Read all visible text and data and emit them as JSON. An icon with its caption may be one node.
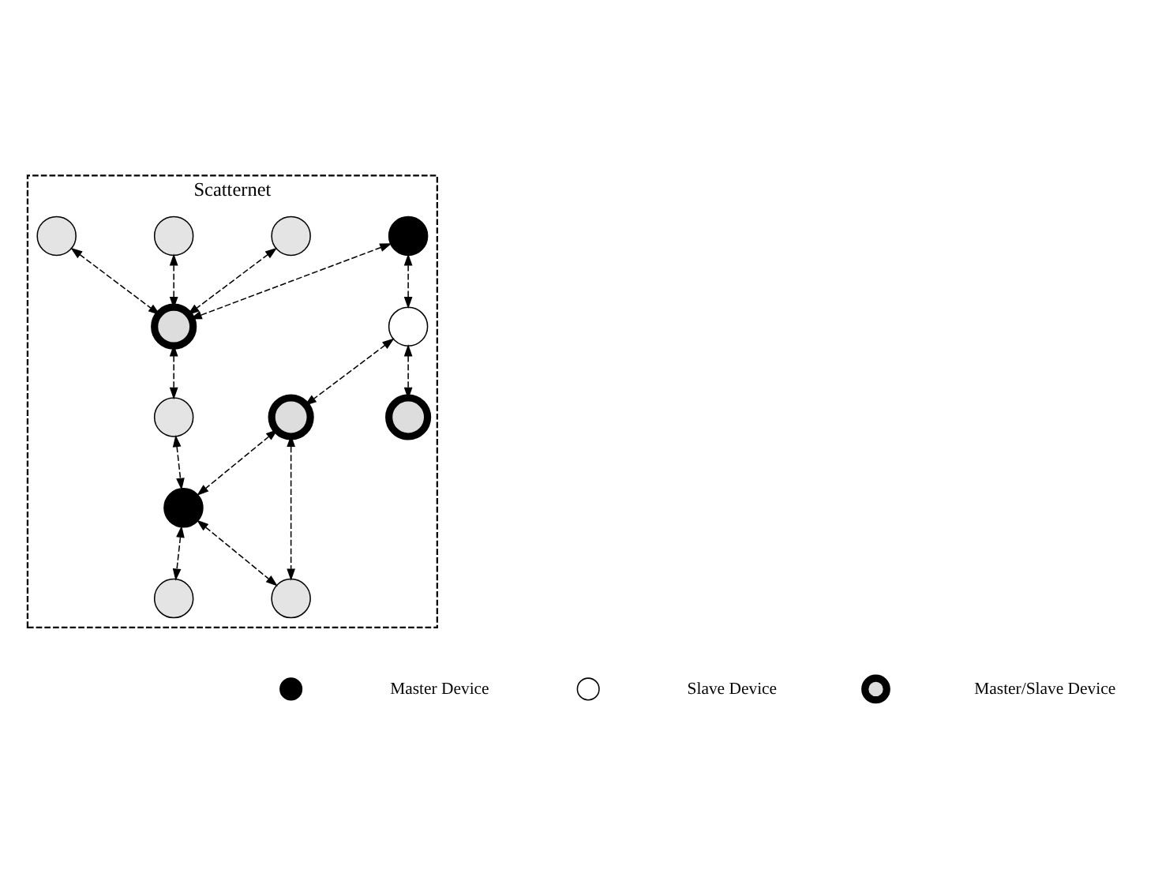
{
  "diagram": {
    "nodes": [
      {
        "text": [
          "Scatternet"
        ]
      },
      {
        "text": [],
        "shape": "circle",
        "in": 0
      },
      {
        "text": [],
        "shape": "circle",
        "in": 0
      },
      {
        "text": [],
        "shape": "circle",
        "in": 0
      },
      {
        "text": [],
        "shape": "circle",
        "in": 0
      },
      {
        "text": [],
        "shape": "circle",
        "in": 0
      },
      {
        "text": [],
        "shape": "circle",
        "in": 0
      },
      {
        "text": [],
        "shape": "circle",
        "in": 0
      },
      {
        "text": [],
        "shape": "circle",
        "in": 0
      },
      {
        "text": [],
        "shape": "circle",
        "in": 0
      },
      {
        "text": [],
        "shape": "circle",
        "in": 0
      },
      {
        "text": [],
        "shape": "circle",
        "in": 0
      },
      {
        "text": [],
        "shape": "circle",
        "in": 0
      }
    ],
    "edges": [
      {
        "from": 4,
        "to": 1,
        "arrow": "both",
        "style": "dashed"
      },
      {
        "from": 1,
        "to": 2,
        "arrow": "both",
        "style": "dashed"
      },
      {
        "from": 1,
        "to": 5,
        "arrow": "both",
        "style": "dashed"
      },
      {
        "from": 4,
        "to": 7,
        "arrow": "both",
        "style": "dashed"
      },
      {
        "from": 3,
        "to": 7,
        "arrow": "both",
        "style": "dashed"
      },
      {
        "from": 6,
        "to": 7,
        "arrow": "both",
        "style": "dashed"
      },
      {
        "from": 9,
        "to": 7,
        "arrow": "both",
        "style": "dashed"
      },
      {
        "from": 7,
        "to": 10,
        "arrow": "both",
        "style": "dashed"
      },
      {
        "from": 10,
        "to": 8,
        "arrow": "both",
        "style": "dashed"
      },
      {
        "from": 5,
        "to": 8,
        "arrow": "both",
        "style": "dashed"
      },
      {
        "from": 8,
        "to": 11,
        "arrow": "both",
        "style": "dashed"
      },
      {
        "from": 8,
        "to": 12,
        "arrow": "both",
        "style": "dashed"
      },
      {
        "from": 5,
        "to": 12,
        "arrow": "both",
        "style": "dashed"
      }
    ],
    "legend": [
      {
        "text": "Master Device"
      },
      {
        "text": "Slave Device"
      },
      {
        "text": "Master/Slave Device"
      }
    ]
  }
}
